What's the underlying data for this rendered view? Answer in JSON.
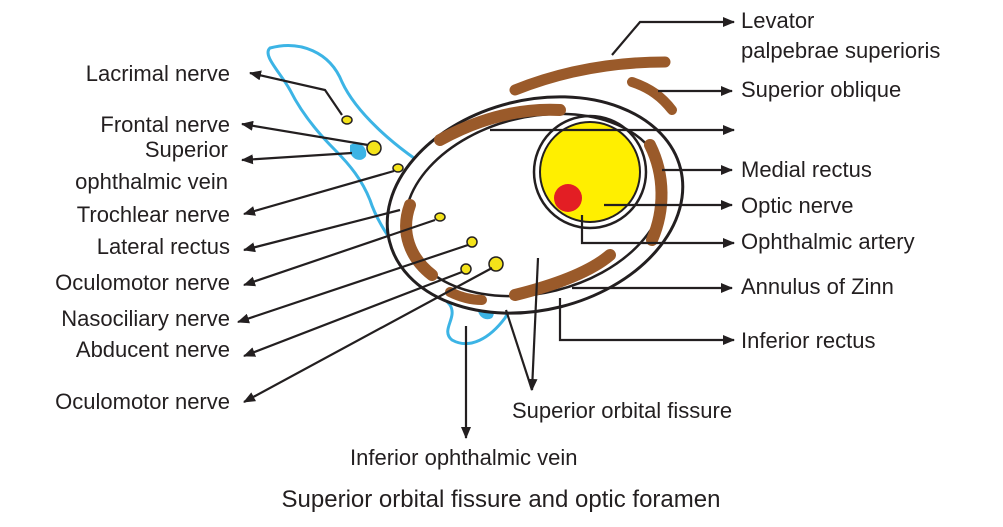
{
  "caption": "Superior orbital fissure and optic foramen",
  "colors": {
    "fissure_outline": "#3cb4e5",
    "fissure_fill": "#ffffff",
    "muscle": "#9a5a2a",
    "nerve": "#f4e31a",
    "optic_nerve": "#ffef00",
    "artery": "#e31e24",
    "line": "#231f20"
  },
  "labels": {
    "lacrimal_nerve": "Lacrimal nerve",
    "frontal_nerve": "Frontal nerve",
    "superior_ophthalmic_vein_1": "Superior",
    "superior_ophthalmic_vein_2": "ophthalmic vein",
    "trochlear_nerve": "Trochlear nerve",
    "lateral_rectus": "Lateral rectus",
    "oculomotor_nerve_upper": "Oculomotor nerve",
    "nasociliary_nerve": "Nasociliary nerve",
    "abducent_nerve": "Abducent nerve",
    "oculomotor_nerve_lower": "Oculomotor nerve",
    "levator_1": "Levator",
    "levator_2": "palpebrae superioris",
    "superior_oblique": "Superior oblique",
    "medial_rectus": "Medial rectus",
    "optic_nerve": "Optic nerve",
    "ophthalmic_artery": "Ophthalmic artery",
    "annulus_of_zinn": "Annulus of Zinn",
    "inferior_rectus": "Inferior rectus",
    "superior_orbital_fissure": "Superior orbital fissure",
    "inferior_ophthalmic_vein": "Inferior ophthalmic vein"
  }
}
